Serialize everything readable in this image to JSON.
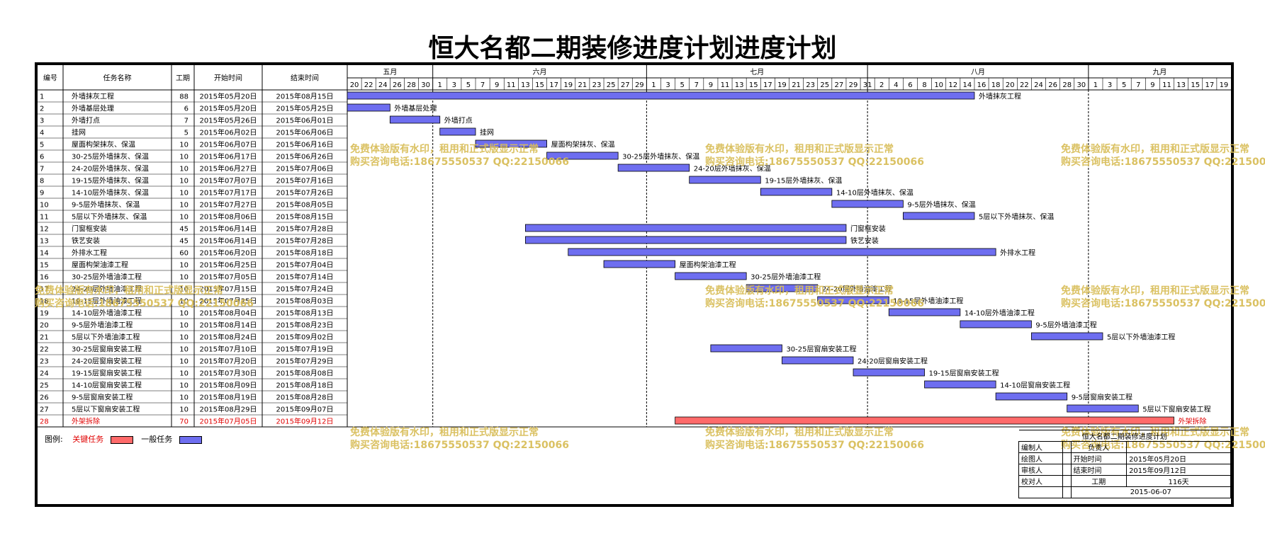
{
  "title": "恒大名都二期装修进度计划进度计划",
  "headers": {
    "no": "编号",
    "name": "任务名称",
    "dur": "工期",
    "start": "开始时间",
    "end": "结束时间"
  },
  "months": [
    {
      "label": "五月",
      "from": "2015-05-20",
      "to": "2015-05-31"
    },
    {
      "label": "六月",
      "from": "2015-06-01",
      "to": "2015-06-30"
    },
    {
      "label": "七月",
      "from": "2015-07-01",
      "to": "2015-07-31"
    },
    {
      "label": "八月",
      "from": "2015-08-01",
      "to": "2015-08-31"
    },
    {
      "label": "九月",
      "from": "2015-09-01",
      "to": "2015-09-20"
    }
  ],
  "chart_data": {
    "type": "gantt",
    "x_range": [
      "2015-05-20",
      "2015-09-20"
    ],
    "tasks": [
      {
        "no": "1",
        "name": "外墙抹灰工程",
        "dur": 88,
        "start": "2015-05-20",
        "end": "2015-08-15",
        "s": "2015年05月20日",
        "e": "2015年08月15日",
        "critical": false
      },
      {
        "no": "2",
        "name": "外墙基层处理",
        "dur": 6,
        "start": "2015-05-20",
        "end": "2015-05-25",
        "s": "2015年05月20日",
        "e": "2015年05月25日",
        "critical": false
      },
      {
        "no": "3",
        "name": "外墙打点",
        "dur": 7,
        "start": "2015-05-26",
        "end": "2015-06-01",
        "s": "2015年05月26日",
        "e": "2015年06月01日",
        "critical": false
      },
      {
        "no": "4",
        "name": "挂网",
        "dur": 5,
        "start": "2015-06-02",
        "end": "2015-06-06",
        "s": "2015年06月02日",
        "e": "2015年06月06日",
        "critical": false
      },
      {
        "no": "5",
        "name": "屋面构架抹灰、保温",
        "dur": 10,
        "start": "2015-06-07",
        "end": "2015-06-16",
        "s": "2015年06月07日",
        "e": "2015年06月16日",
        "critical": false
      },
      {
        "no": "6",
        "name": "30-25层外墙抹灰、保温",
        "dur": 10,
        "start": "2015-06-17",
        "end": "2015-06-26",
        "s": "2015年06月17日",
        "e": "2015年06月26日",
        "critical": false
      },
      {
        "no": "7",
        "name": "24-20层外墙抹灰、保温",
        "dur": 10,
        "start": "2015-06-27",
        "end": "2015-07-06",
        "s": "2015年06月27日",
        "e": "2015年07月06日",
        "critical": false
      },
      {
        "no": "8",
        "name": "19-15层外墙抹灰、保温",
        "dur": 10,
        "start": "2015-07-07",
        "end": "2015-07-16",
        "s": "2015年07月07日",
        "e": "2015年07月16日",
        "critical": false
      },
      {
        "no": "9",
        "name": "14-10层外墙抹灰、保温",
        "dur": 10,
        "start": "2015-07-17",
        "end": "2015-07-26",
        "s": "2015年07月17日",
        "e": "2015年07月26日",
        "critical": false
      },
      {
        "no": "10",
        "name": "9-5层外墙抹灰、保温",
        "dur": 10,
        "start": "2015-07-27",
        "end": "2015-08-05",
        "s": "2015年07月27日",
        "e": "2015年08月05日",
        "critical": false
      },
      {
        "no": "11",
        "name": "5层以下外墙抹灰、保温",
        "dur": 10,
        "start": "2015-08-06",
        "end": "2015-08-15",
        "s": "2015年08月06日",
        "e": "2015年08月15日",
        "critical": false
      },
      {
        "no": "12",
        "name": "门窗框安装",
        "dur": 45,
        "start": "2015-06-14",
        "end": "2015-07-28",
        "s": "2015年06月14日",
        "e": "2015年07月28日",
        "critical": false
      },
      {
        "no": "13",
        "name": "铁艺安装",
        "dur": 45,
        "start": "2015-06-14",
        "end": "2015-07-28",
        "s": "2015年06月14日",
        "e": "2015年07月28日",
        "critical": false
      },
      {
        "no": "14",
        "name": "外排水工程",
        "dur": 60,
        "start": "2015-06-20",
        "end": "2015-08-18",
        "s": "2015年06月20日",
        "e": "2015年08月18日",
        "critical": false
      },
      {
        "no": "15",
        "name": "屋面构架油漆工程",
        "dur": 10,
        "start": "2015-06-25",
        "end": "2015-07-04",
        "s": "2015年06月25日",
        "e": "2015年07月04日",
        "critical": false
      },
      {
        "no": "16",
        "name": "30-25层外墙油漆工程",
        "dur": 10,
        "start": "2015-07-05",
        "end": "2015-07-14",
        "s": "2015年07月05日",
        "e": "2015年07月14日",
        "critical": false
      },
      {
        "no": "17",
        "name": "24-20层外墙油漆工程",
        "dur": 10,
        "start": "2015-07-15",
        "end": "2015-07-24",
        "s": "2015年07月15日",
        "e": "2015年07月24日",
        "critical": false
      },
      {
        "no": "18",
        "name": "19-15层外墙油漆工程",
        "dur": 10,
        "start": "2015-07-25",
        "end": "2015-08-03",
        "s": "2015年07月25日",
        "e": "2015年08月03日",
        "critical": false
      },
      {
        "no": "19",
        "name": "14-10层外墙油漆工程",
        "dur": 10,
        "start": "2015-08-04",
        "end": "2015-08-13",
        "s": "2015年08月04日",
        "e": "2015年08月13日",
        "critical": false
      },
      {
        "no": "20",
        "name": "9-5层外墙油漆工程",
        "dur": 10,
        "start": "2015-08-14",
        "end": "2015-08-23",
        "s": "2015年08月14日",
        "e": "2015年08月23日",
        "critical": false
      },
      {
        "no": "21",
        "name": "5层以下外墙油漆工程",
        "dur": 10,
        "start": "2015-08-24",
        "end": "2015-09-02",
        "s": "2015年08月24日",
        "e": "2015年09月02日",
        "critical": false
      },
      {
        "no": "22",
        "name": "30-25层窗扇安装工程",
        "dur": 10,
        "start": "2015-07-10",
        "end": "2015-07-19",
        "s": "2015年07月10日",
        "e": "2015年07月19日",
        "critical": false
      },
      {
        "no": "23",
        "name": "24-20层窗扇安装工程",
        "dur": 10,
        "start": "2015-07-20",
        "end": "2015-07-29",
        "s": "2015年07月20日",
        "e": "2015年07月29日",
        "critical": false
      },
      {
        "no": "24",
        "name": "19-15层窗扇安装工程",
        "dur": 10,
        "start": "2015-07-30",
        "end": "2015-08-08",
        "s": "2015年07月30日",
        "e": "2015年08月08日",
        "critical": false
      },
      {
        "no": "25",
        "name": "14-10层窗扇安装工程",
        "dur": 10,
        "start": "2015-08-09",
        "end": "2015-08-18",
        "s": "2015年08月09日",
        "e": "2015年08月18日",
        "critical": false
      },
      {
        "no": "26",
        "name": "9-5层窗扇安装工程",
        "dur": 10,
        "start": "2015-08-19",
        "end": "2015-08-28",
        "s": "2015年08月19日",
        "e": "2015年08月28日",
        "critical": false
      },
      {
        "no": "27",
        "name": "5层以下窗扇安装工程",
        "dur": 10,
        "start": "2015-08-29",
        "end": "2015-09-07",
        "s": "2015年08月29日",
        "e": "2015年09月07日",
        "critical": false
      },
      {
        "no": "28",
        "name": "外架拆除",
        "dur": 70,
        "start": "2015-07-05",
        "end": "2015-09-12",
        "s": "2015年07月05日",
        "e": "2015年09月12日",
        "critical": true
      }
    ]
  },
  "colors": {
    "normal": "#6e6ef0",
    "critical": "#ff6a6a",
    "critical_text": "#e00000"
  },
  "legend": {
    "prefix": "图例:",
    "critical": "关键任务",
    "normal": "一般任务"
  },
  "watermark": {
    "line1": "免费体验版有水印，租用和正式版显示正常",
    "line2": "购买咨询电话:18675550537 QQ:22150066"
  },
  "info": {
    "title": "恒大名都二期装修进度计划",
    "editor": "编制人",
    "owner": "负责人",
    "drawer": "绘图人",
    "start_label": "开始时间",
    "start_val": "2015年05月20日",
    "reviewer": "审核人",
    "end_label": "结束时间",
    "end_val": "2015年09月12日",
    "checker": "校对人",
    "dur_label": "工期",
    "dur_val": "116天",
    "date": "2015-06-07"
  }
}
